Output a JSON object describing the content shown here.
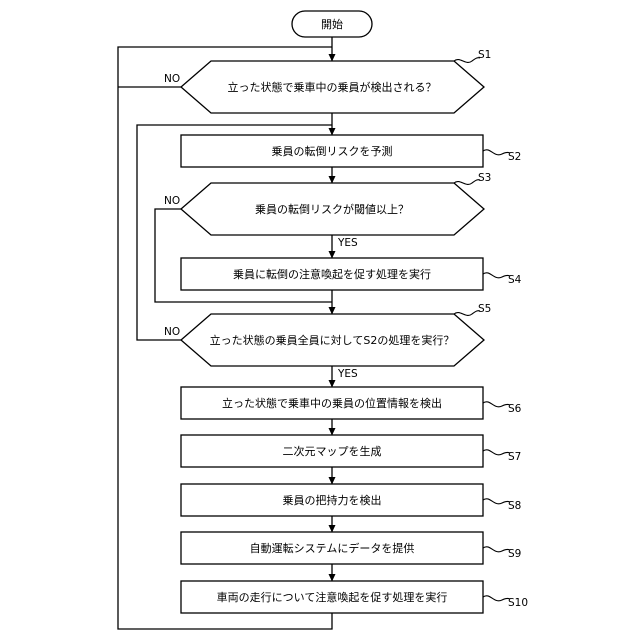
{
  "flowchart": {
    "start": "開始",
    "s1": {
      "id": "S1",
      "text": "立った状態で乗車中の乗員が検出される？"
    },
    "s2": {
      "id": "S2",
      "text": "乗員の転倒リスクを予測"
    },
    "s3": {
      "id": "S3",
      "text": "乗員の転倒リスクが閾値以上？"
    },
    "s4": {
      "id": "S4",
      "text": "乗員に転倒の注意喚起を促す処理を実行"
    },
    "s5": {
      "id": "S5",
      "text": "立った状態の乗員全員に対してS2の処理を実行？"
    },
    "s6": {
      "id": "S6",
      "text": "立った状態で乗車中の乗員の位置情報を検出"
    },
    "s7": {
      "id": "S7",
      "text": "二次元マップを生成"
    },
    "s8": {
      "id": "S8",
      "text": "乗員の把持力を検出"
    },
    "s9": {
      "id": "S9",
      "text": "自動運転システムにデータを提供"
    },
    "s10": {
      "id": "S10",
      "text": "車両の走行について注意喚起を促す処理を実行"
    },
    "labels": {
      "s1_no": "NO",
      "s3_no": "NO",
      "s3_yes": "YES",
      "s5_no": "NO",
      "s5_yes": "YES"
    }
  }
}
